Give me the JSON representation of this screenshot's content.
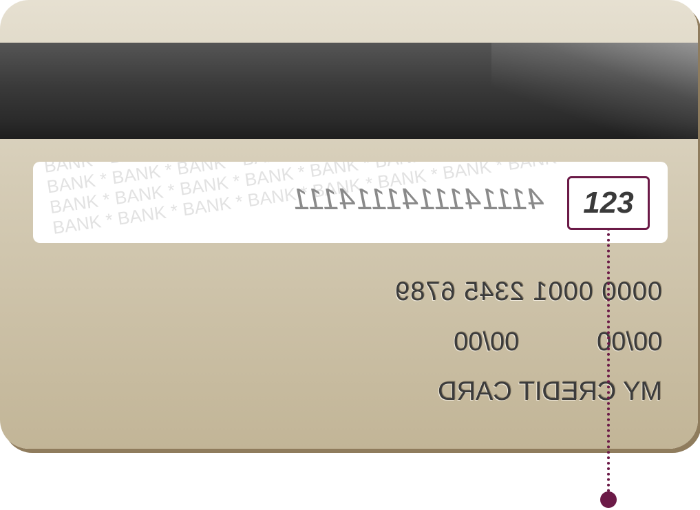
{
  "card": {
    "watermark_rows": [
      "BANK * BANK * BANK * BANK * BANK * BANK * BANK * BANK * BANK *",
      "BANK * BANK * BANK * BANK * BANK * BANK * BANK * BANK * BANK *",
      "BANK * BANK * BANK * BANK * BANK * BANK * BANK * BANK * BANK *",
      "BANK * BANK * BANK * BANK * BANK * BANK * BANK * BANK * BANK *"
    ],
    "signature_number": "4111411141114111",
    "cvv": "123",
    "card_number": "0000 0001 2345 6789",
    "expiry_left": "00/00",
    "expiry_right": "00/00",
    "name": "MY CREDIT CARD"
  },
  "colors": {
    "accent": "#6b1a47",
    "card_top": "#e6e0d1",
    "card_bottom": "#c2b597",
    "stripe": "#2b2b2b"
  }
}
